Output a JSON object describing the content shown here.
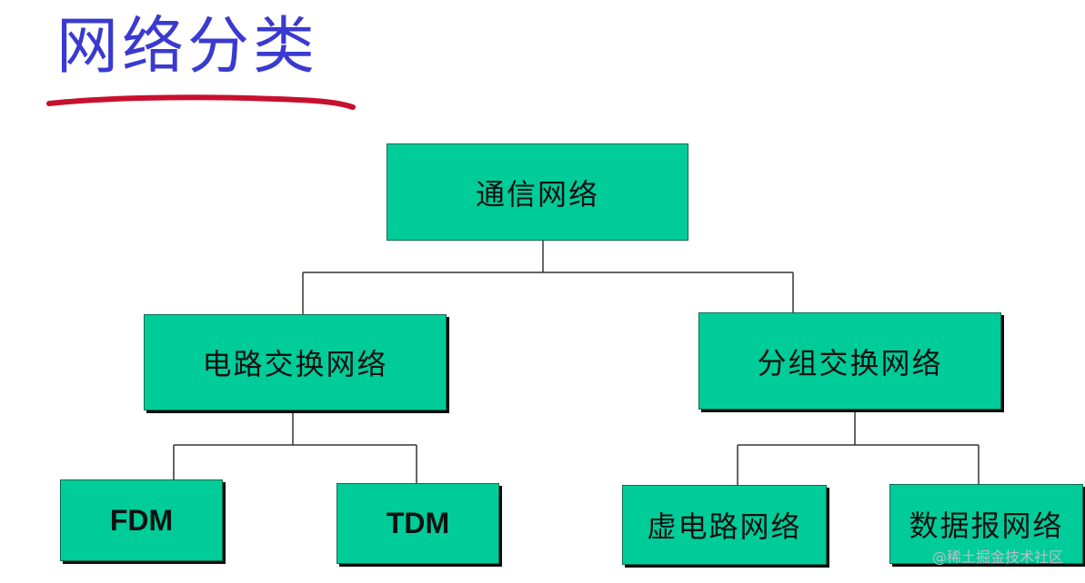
{
  "title": "网络分类",
  "colors": {
    "title": "#3a3ad0",
    "underline": "#c8102e",
    "box_fill": "#00cc99",
    "line": "#333333"
  },
  "nodes": {
    "root": "通信网络",
    "circuit": "电路交换网络",
    "packet": "分组交换网络",
    "fdm": "FDM",
    "tdm": "TDM",
    "virtual": "虚电路网络",
    "datagram": "数据报网络"
  },
  "watermark": "@稀土掘金技术社区"
}
